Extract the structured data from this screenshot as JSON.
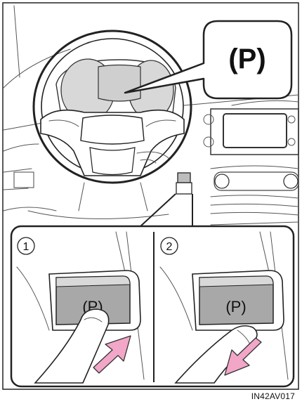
{
  "callout_symbol": "(P)",
  "switch_symbol_1": "(P)",
  "switch_symbol_2": "(P)",
  "step_1": "1",
  "step_2": "2",
  "figure_code": "IN42AV017",
  "colors": {
    "arrow_fill": "#f2a6c8",
    "arrow_stroke": "#333333",
    "switch_face": "#a9a9a9",
    "switch_top": "#d7d7d7",
    "gauge_fill": "#d3d3d3",
    "skin": "#ffffff"
  }
}
